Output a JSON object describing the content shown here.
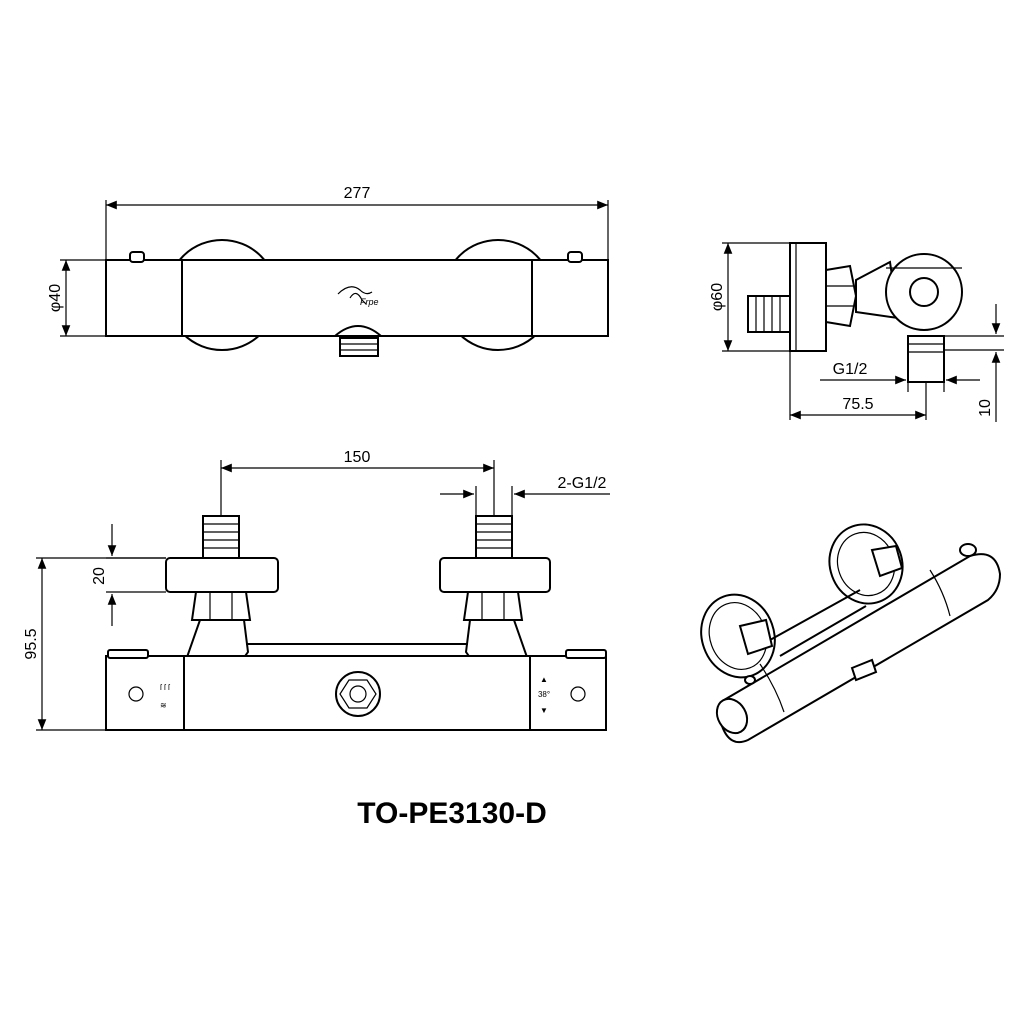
{
  "dimensions": {
    "length_277": "277",
    "diameter_40": "φ40",
    "diameter_60": "φ60",
    "thread_g12": "G1/2",
    "depth_75_5": "75.5",
    "height_10": "10",
    "spacing_150": "150",
    "inlet_threads": "2-G1/2",
    "height_20": "20",
    "height_95_5": "95.5",
    "temperature_38": "38°"
  },
  "model_code": "TO-PE3130-D"
}
